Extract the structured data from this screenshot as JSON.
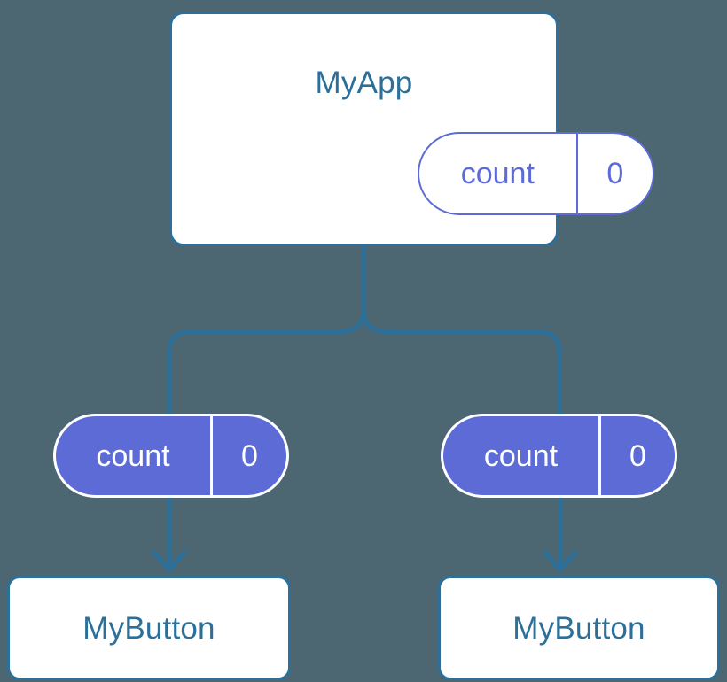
{
  "diagram": {
    "background_color": "#4c6672",
    "line_color": "#2c7099",
    "accent_color": "#5c6bd6",
    "root": {
      "name": "MyApp",
      "state": {
        "key": "count",
        "value": "0"
      }
    },
    "children": [
      {
        "name": "MyButton",
        "props": {
          "key": "count",
          "value": "0"
        }
      },
      {
        "name": "MyButton",
        "props": {
          "key": "count",
          "value": "0"
        }
      }
    ]
  }
}
